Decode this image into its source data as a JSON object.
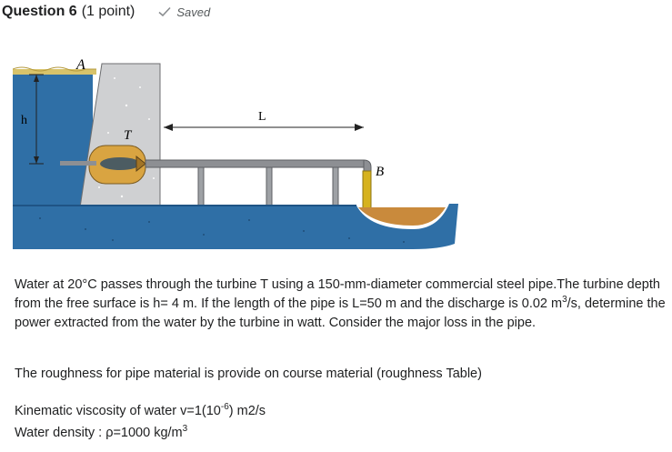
{
  "header": {
    "question_label": "Question 6",
    "points": "(1 point)",
    "saved": "Saved",
    "saved_icon": "check-icon"
  },
  "figure": {
    "label_a": "A",
    "label_h": "h",
    "label_t": "T",
    "label_l": "L",
    "label_b": "B",
    "colors": {
      "water": "#2f6fa6",
      "water_dark": "#1f5485",
      "wall": "#cfd0d2",
      "ground": "#d8c36a",
      "turbine": "#d9a441",
      "pipe": "#8d8f93",
      "outlet": "#d6b21e"
    }
  },
  "problem": {
    "p1_a": "Water at 20°C passes through the turbine T using a 150-mm-diameter commercial steel pipe.The turbine depth from the free surface is h= 4 m. If the length of the pipe is L=50 m and the discharge is 0.02 m",
    "p1_sup": "3",
    "p1_b": "/s, determine the power extracted from the water by the turbine in watt. Consider the major loss in the pipe.",
    "p2": "The roughness for pipe material is provide on course material (roughness Table)",
    "p3_a": "Kinematic viscosity of water v=1(10",
    "p3_sup": "-6",
    "p3_b": ") m2/s",
    "p4_a": "Water density : ρ=1000 kg/m",
    "p4_sup": "3"
  }
}
